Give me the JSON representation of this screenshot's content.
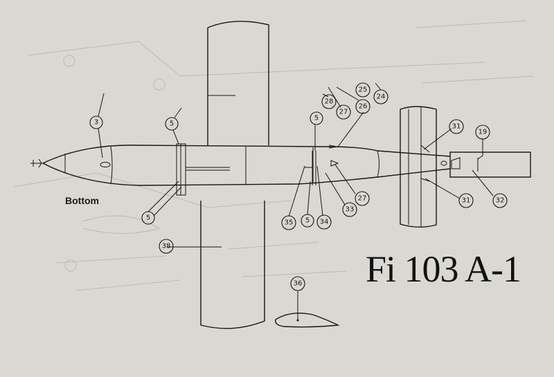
{
  "title": "Fi 103 A-1",
  "view_label": "Bottom",
  "colors": {
    "paper": "#d9d8d3",
    "ink": "#151515",
    "ghost": "#bcbab4"
  },
  "callouts": [
    {
      "id": "c3",
      "label": "3"
    },
    {
      "id": "c5a",
      "label": "5"
    },
    {
      "id": "c5b",
      "label": "5"
    },
    {
      "id": "c5c",
      "label": "5"
    },
    {
      "id": "c5d",
      "label": "5"
    },
    {
      "id": "c38",
      "label": "38"
    },
    {
      "id": "c36",
      "label": "36"
    },
    {
      "id": "c28",
      "label": "28"
    },
    {
      "id": "c27a",
      "label": "27"
    },
    {
      "id": "c26",
      "label": "26"
    },
    {
      "id": "c25",
      "label": "25"
    },
    {
      "id": "c24",
      "label": "24"
    },
    {
      "id": "c35",
      "label": "35"
    },
    {
      "id": "c34",
      "label": "34"
    },
    {
      "id": "c33",
      "label": "33"
    },
    {
      "id": "c27b",
      "label": "27"
    },
    {
      "id": "c31a",
      "label": "31"
    },
    {
      "id": "c31b",
      "label": "31"
    },
    {
      "id": "c19",
      "label": "19"
    },
    {
      "id": "c32",
      "label": "32"
    }
  ]
}
